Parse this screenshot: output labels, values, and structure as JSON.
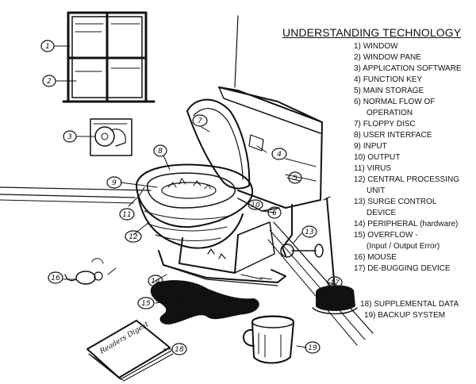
{
  "title": "UNDERSTANDING TECHNOLOGY",
  "legend": [
    {
      "n": "1)",
      "text": "WINDOW"
    },
    {
      "n": "2)",
      "text": "WINDOW PANE"
    },
    {
      "n": "3)",
      "text": "APPLICATION SOFTWARE"
    },
    {
      "n": "4)",
      "text": "FUNCTION KEY"
    },
    {
      "n": "5)",
      "text": "MAIN STORAGE"
    },
    {
      "n": "6)",
      "text": "NORMAL FLOW OF",
      "cont": "OPERATION"
    },
    {
      "n": "7)",
      "text": "FLOPPY DISC"
    },
    {
      "n": "8)",
      "text": "USER INTERFACE"
    },
    {
      "n": "9)",
      "text": "INPUT"
    },
    {
      "n": "10)",
      "text": "OUTPUT"
    },
    {
      "n": "11)",
      "text": "VIRUS"
    },
    {
      "n": "12)",
      "text": "CENTRAL PROCESSING",
      "cont": "UNIT"
    },
    {
      "n": "13)",
      "text": "SURGE CONTROL",
      "cont": "DEVICE"
    },
    {
      "n": "14)",
      "text": "PERIPHERAL (hardware)"
    },
    {
      "n": "15)",
      "text": "OVERFLOW -",
      "cont": "(Input / Output Error)"
    },
    {
      "n": "16)",
      "text": "MOUSE"
    },
    {
      "n": "17)",
      "text": "DE-BUGGING DEVICE"
    }
  ],
  "legend_extra": [
    {
      "n": "18)",
      "text": "SUPPLEMENTAL DATA"
    },
    {
      "n": "19)",
      "text": "BACKUP SYSTEM"
    }
  ],
  "callouts": [
    "1",
    "2",
    "3",
    "4",
    "5",
    "6",
    "7",
    "8",
    "9",
    "10",
    "11",
    "12",
    "13",
    "14",
    "15",
    "16",
    "17",
    "18",
    "19"
  ],
  "magazine_text": "Readers Digest"
}
